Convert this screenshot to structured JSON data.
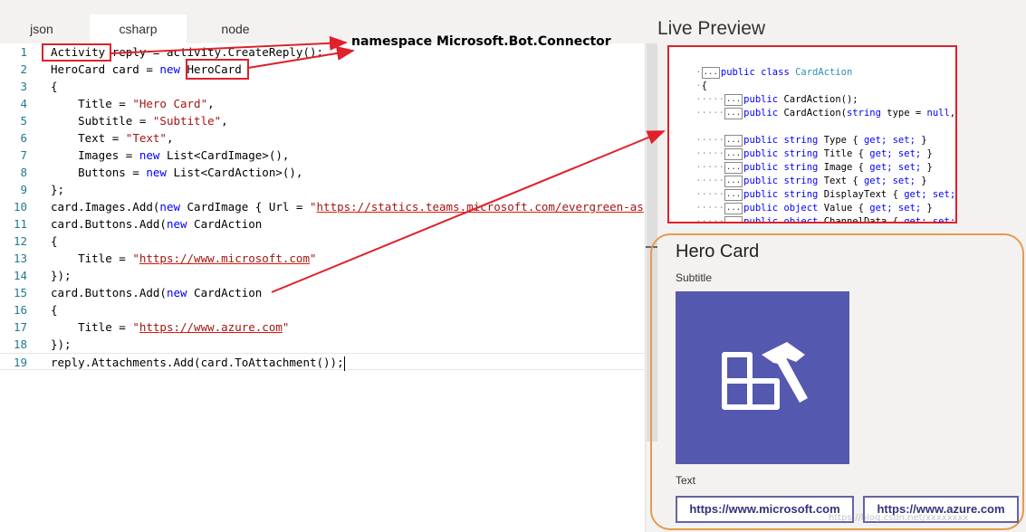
{
  "tabs": {
    "json": "json",
    "csharp": "csharp",
    "node": "node"
  },
  "editor": {
    "line_numbers": [
      "1",
      "2",
      "3",
      "4",
      "5",
      "6",
      "7",
      "8",
      "9",
      "10",
      "11",
      "12",
      "13",
      "14",
      "15",
      "16",
      "17",
      "18",
      "19"
    ]
  },
  "code_tokens": {
    "l1_a": "Activity",
    "l1_b": " reply = activity.CreateReply();",
    "l2_a": "HeroCard card = ",
    "l2_new": "new",
    "l2_b": " ",
    "l2_type": "HeroCard",
    "l3": "{",
    "l4_a": "    Title = ",
    "l4_s": "\"Hero Card\"",
    "l4_b": ",",
    "l5_a": "    Subtitle = ",
    "l5_s": "\"Subtitle\"",
    "l5_b": ",",
    "l6_a": "    Text = ",
    "l6_s": "\"Text\"",
    "l6_b": ",",
    "l7_a": "    Images = ",
    "l7_new": "new",
    "l7_b": " List<CardImage>(),",
    "l8_a": "    Buttons = ",
    "l8_new": "new",
    "l8_b": " List<CardAction>(),",
    "l9": "};",
    "l10_a": "card.Images.Add(",
    "l10_new": "new",
    "l10_b": " CardImage { Url = ",
    "l10_q": "\"",
    "l10_url": "https://statics.teams.microsoft.com/evergreen-as",
    "l11_a": "card.Buttons.Add(",
    "l11_new": "new",
    "l11_b": " CardAction",
    "l12": "{",
    "l13_a": "    Title = ",
    "l13_q1": "\"",
    "l13_url": "https://www.microsoft.com",
    "l13_q2": "\"",
    "l14": "});",
    "l15_a": "card.Buttons.Add(",
    "l15_new": "new",
    "l15_b": " CardAction",
    "l16": "{",
    "l17_a": "    Title = ",
    "l17_q1": "\"",
    "l17_url": "https://www.azure.com",
    "l17_q2": "\"",
    "l18": "});",
    "l19": "reply.Attachments.Add(card.ToAttachment());"
  },
  "annotation": {
    "namespace_label": "namespace Microsoft.Bot.Connector"
  },
  "preview": {
    "title": "Live Preview",
    "class_code": {
      "fold": "...",
      "public": "public",
      "class": "class",
      "class_name": "CardAction",
      "open_brace": "{",
      "ctor1": "CardAction();",
      "ctor2_a": "CardAction(",
      "ctor2_string": "string",
      "ctor2_b": " type = ",
      "ctor2_null": "null",
      "ctor2_c": ", str",
      "string_kw": "string",
      "object_kw": "object",
      "prop_type": "Type",
      "prop_title": "Title",
      "prop_image": "Image",
      "prop_text": "Text",
      "prop_displaytext": "DisplayText",
      "prop_value": "Value",
      "prop_channeldata": "ChannelData",
      "accessor_open": "{",
      "get": "get;",
      "set": "set;",
      "accessor_close": "}",
      "close_brace": "}"
    },
    "card": {
      "title": "Hero Card",
      "subtitle": "Subtitle",
      "text": "Text",
      "image_icon": "tools-icon",
      "image_color": "#5558af",
      "buttons": [
        "https://www.microsoft.com",
        "https://www.azure.com"
      ]
    }
  },
  "colors": {
    "annotation_red": "#e0202a",
    "card_frame": "#e59a4e",
    "button_border": "#6264a7"
  },
  "watermark": "https://blog.csdn.net/xxxxxxxx"
}
